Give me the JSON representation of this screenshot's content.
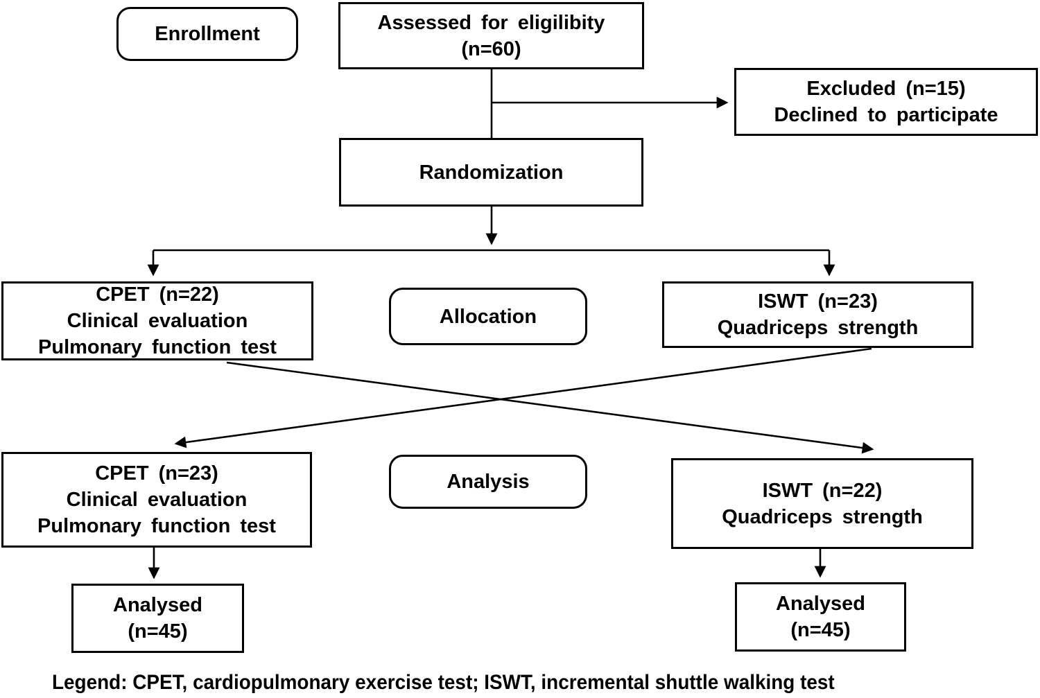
{
  "figure": {
    "colors": {
      "ink": "#000000",
      "background": "#ffffff"
    },
    "stage_labels": {
      "enrollment": "Enrollment",
      "allocation": "Allocation",
      "analysis": "Analysis"
    },
    "nodes": {
      "assessed": {
        "lines": [
          "Assessed for eligilibity",
          "(n=60)"
        ]
      },
      "excluded": {
        "lines": [
          "Excluded (n=15)",
          "Declined to participate"
        ]
      },
      "randomization": {
        "lines": [
          "Randomization"
        ]
      },
      "cpet_allocation": {
        "lines": [
          "CPET (n=22)",
          "Clinical evaluation",
          "Pulmonary function test"
        ]
      },
      "iswt_allocation": {
        "lines": [
          "ISWT (n=23)",
          "Quadriceps strength"
        ]
      },
      "cpet_analysis": {
        "lines": [
          "CPET (n=23)",
          "Clinical evaluation",
          "Pulmonary function test"
        ]
      },
      "iswt_analysis": {
        "lines": [
          "ISWT (n=22)",
          "Quadriceps strength"
        ]
      },
      "analysed_left": {
        "lines": [
          "Analysed",
          "(n=45)"
        ]
      },
      "analysed_right": {
        "lines": [
          "Analysed",
          "(n=45)"
        ]
      }
    },
    "edges": [
      {
        "from": "assessed",
        "to": "randomization"
      },
      {
        "from": "assessed",
        "to": "excluded"
      },
      {
        "from": "randomization",
        "to": "cpet_allocation"
      },
      {
        "from": "randomization",
        "to": "iswt_allocation"
      },
      {
        "from": "cpet_allocation",
        "to": "iswt_analysis"
      },
      {
        "from": "iswt_allocation",
        "to": "cpet_analysis"
      },
      {
        "from": "cpet_analysis",
        "to": "analysed_left"
      },
      {
        "from": "iswt_analysis",
        "to": "analysed_right"
      }
    ],
    "legend": "Legend: CPET, cardiopulmonary exercise test; ISWT, incremental shuttle walking test"
  }
}
